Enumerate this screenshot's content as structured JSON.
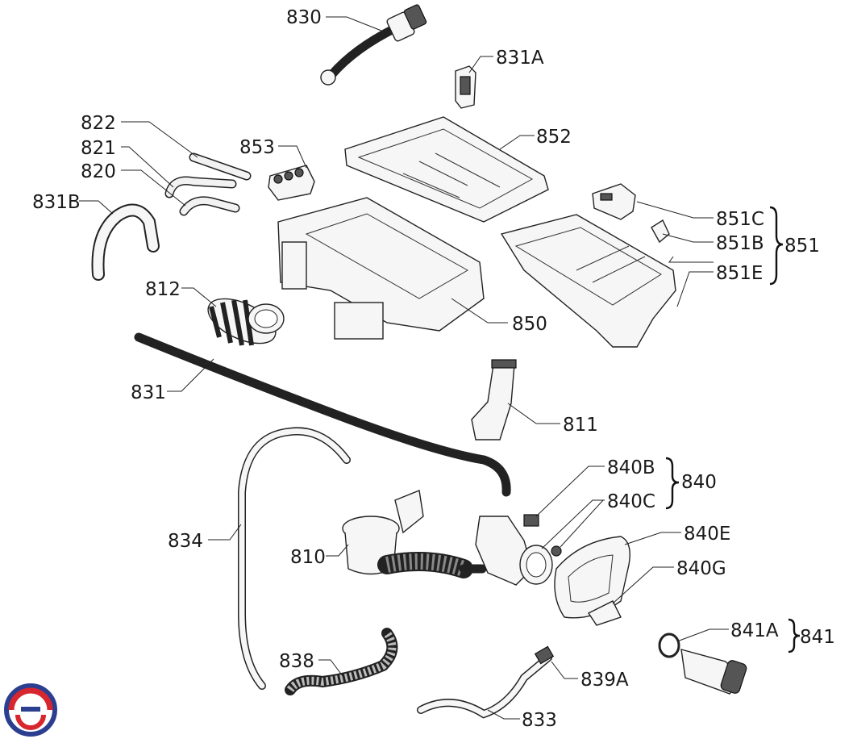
{
  "diagram": {
    "labels": {
      "p830": "830",
      "p831A": "831A",
      "p822": "822",
      "p821": "821",
      "p820": "820",
      "p853": "853",
      "p852": "852",
      "p831B": "831B",
      "p851C": "851C",
      "p851B": "851B",
      "p851E": "851E",
      "p851": "851",
      "p812": "812",
      "p850": "850",
      "p831": "831",
      "p811": "811",
      "p840B": "840B",
      "p840C": "840C",
      "p840": "840",
      "p840E": "840E",
      "p840G": "840G",
      "p834": "834",
      "p810": "810",
      "p838": "838",
      "p841A": "841A",
      "p841": "841",
      "p839A": "839A",
      "p833": "833"
    }
  },
  "logo": {
    "colors": {
      "red": "#d8262e",
      "blue": "#2c3e8f"
    }
  }
}
